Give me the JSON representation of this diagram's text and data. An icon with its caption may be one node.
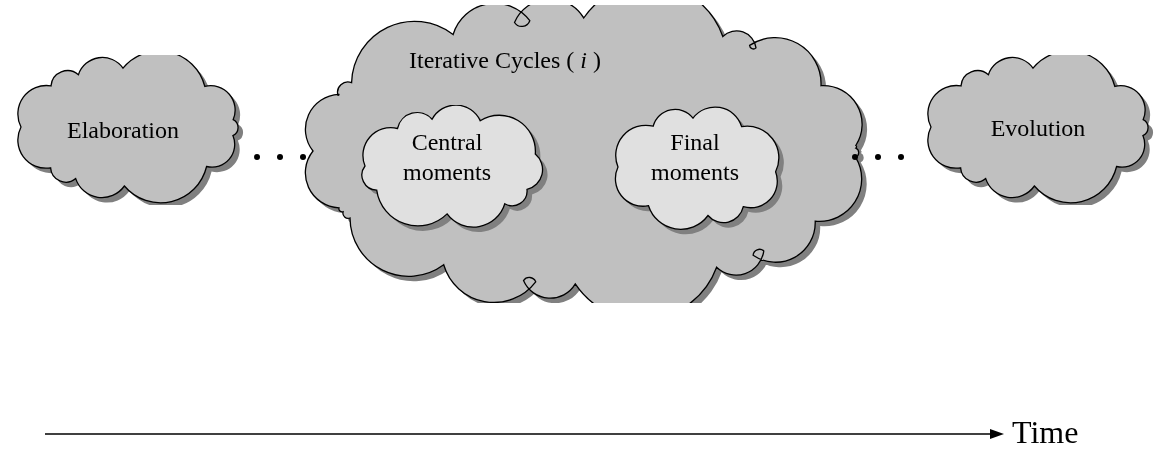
{
  "diagram": {
    "nodes": [
      {
        "text": [
          "Elaboration"
        ]
      },
      {
        "text": [
          "Iterative Cycles ( *i* )"
        ]
      },
      {
        "text": [
          "Central moments"
        ],
        "in": 1
      },
      {
        "text": [
          "Final moments"
        ],
        "in": 1
      },
      {
        "text": [
          "Evolution"
        ]
      }
    ],
    "labels": [
      "Time"
    ]
  }
}
